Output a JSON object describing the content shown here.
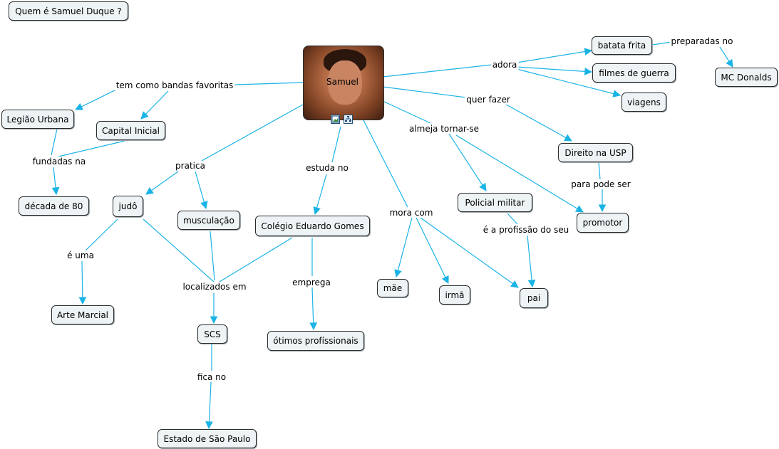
{
  "title_box": "Quem é Samuel Duque ?",
  "center": {
    "label": "Samuel"
  },
  "icons": [
    "image-icon",
    "sitemap-icon"
  ],
  "nodes": {
    "batata_frita": "batata frita",
    "filmes_de_guerra": "filmes de guerra",
    "viagens": "viagens",
    "mc_donalds": "MC Donalds",
    "legiao_urbana": "Legião Urbana",
    "capital_inicial": "Capital Inicial",
    "decada_80": "década de 80",
    "direito_usp": "Direito na USP",
    "promotor": "promotor",
    "policial_militar": "Policial militar",
    "judo": "judô",
    "musculacao": "musculação",
    "colegio": "Colégio Eduardo Gomes",
    "mae": "mãe",
    "irma": "irmã",
    "pai": "pai",
    "arte_marcial": "Arte Marcial",
    "scs": "SCS",
    "otimos": "ótimos profíssionais",
    "estado_sp": "Estado de São Paulo"
  },
  "links": {
    "adora": "adora",
    "preparadas_no": "preparadas no",
    "tem_como_bandas": "tem como bandas favoritas",
    "quer_fazer": "quer fazer",
    "almeja": "almeja tornar-se",
    "fundadas_na": "fundadas na",
    "pratica": "pratica",
    "estuda_no": "estuda no",
    "para_pode_ser": "para pode ser",
    "mora_com": "mora com",
    "e_a_profissao": "é a profissão do seu",
    "e_uma": "é uma",
    "localizados_em": "localizados em",
    "emprega": "emprega",
    "fica_no": "fica no"
  }
}
